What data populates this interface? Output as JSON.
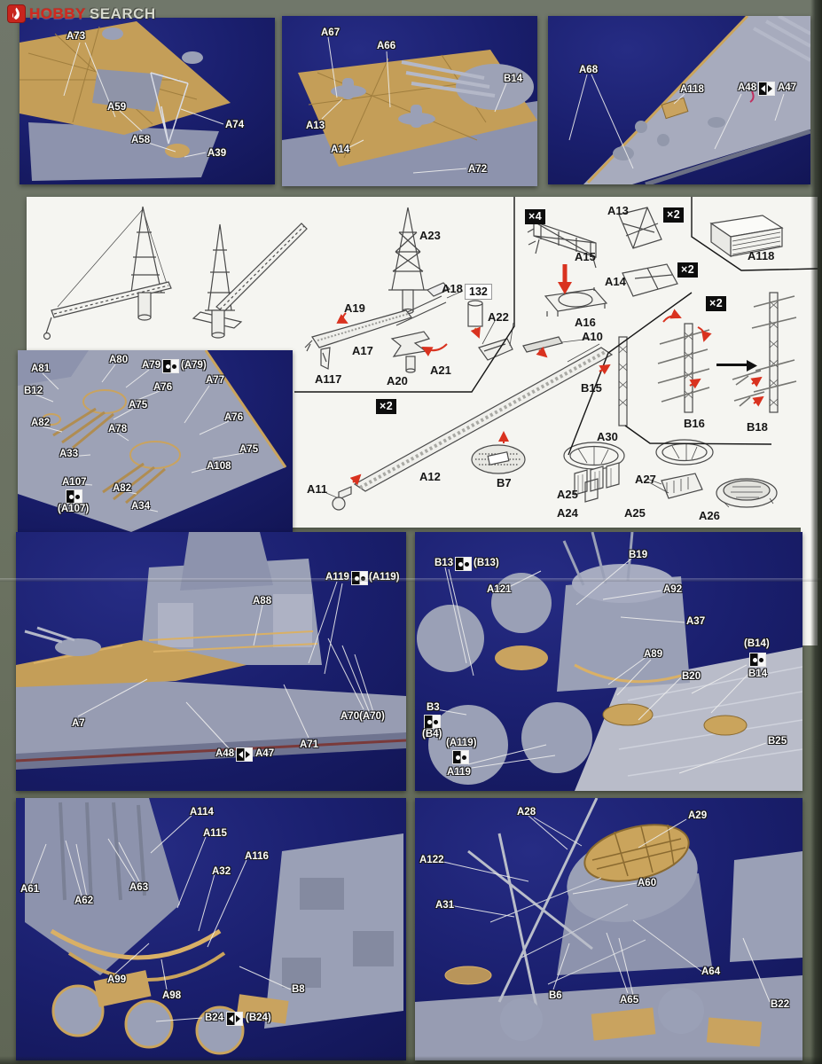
{
  "logo": {
    "text1": "HOBBY",
    "text2": "SEARCH"
  },
  "photos": {
    "p1": {
      "labels": [
        "A73",
        "A59",
        "A58",
        "A74",
        "A39"
      ]
    },
    "p2": {
      "labels": [
        "A67",
        "A66",
        "B14",
        "A13",
        "A14",
        "A72"
      ]
    },
    "p3": {
      "labels": [
        "A68",
        "A118",
        "A48",
        "A47"
      ]
    },
    "p4": {
      "labels": [
        "A81",
        "A80",
        "A79",
        "(A79)",
        "B12",
        "A76",
        "A77",
        "A75",
        "A76",
        "A82",
        "A78",
        "A33",
        "A75",
        "A108",
        "A107",
        "(A107)",
        "A82",
        "A34"
      ]
    },
    "p5": {
      "labels": [
        "A119",
        "(A119)",
        "A88",
        "A7",
        "A48",
        "A47",
        "A71",
        "A70(A70)"
      ]
    },
    "p6": {
      "labels": [
        "B13",
        "(B13)",
        "B19",
        "A121",
        "A92",
        "A37",
        "A89",
        "(B14)",
        "B14",
        "B20",
        "B3",
        "(B4)",
        "(A119)",
        "A119",
        "B25"
      ]
    },
    "p7": {
      "labels": [
        "A114",
        "A115",
        "A116",
        "A32",
        "A61",
        "A62",
        "A63",
        "A99",
        "A98",
        "B8",
        "B24",
        "(B24)"
      ]
    },
    "p8": {
      "labels": [
        "A28",
        "A29",
        "A122",
        "A60",
        "A31",
        "B6",
        "A65",
        "A64",
        "B22"
      ]
    }
  },
  "diagram": {
    "labels": [
      "A23",
      "A18",
      "A19",
      "A22",
      "A17",
      "A117",
      "A20",
      "A21",
      "A15",
      "A16",
      "A13",
      "A14",
      "A118",
      "A10",
      "B15",
      "B16",
      "B18",
      "A12",
      "B7",
      "A11",
      "A30",
      "A25",
      "A24",
      "A25",
      "A27",
      "A26"
    ],
    "badges": [
      "×4",
      "×2",
      "×2",
      "×2",
      "×2"
    ],
    "boxed_number": "132"
  },
  "colors": {
    "page_background": "#6a7160",
    "photo_background": "#1a1f6e",
    "deck_brass": "#c9a35f",
    "hull_gray": "#9aa0b6",
    "accent_red": "#d9321f"
  }
}
